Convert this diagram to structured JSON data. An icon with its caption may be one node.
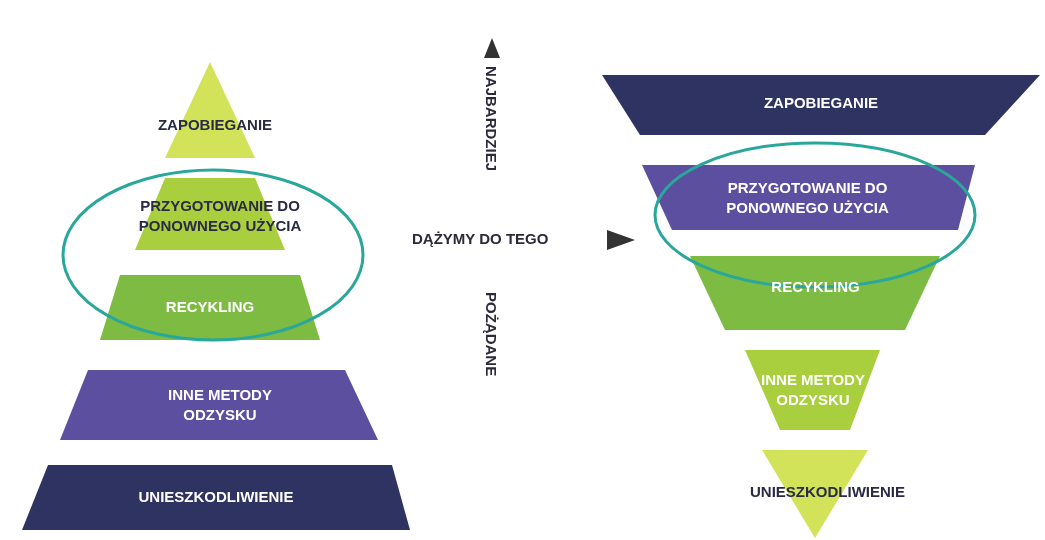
{
  "diagram": {
    "nodes": [
      {
        "text": [
          "ZAPOBIEGANIE"
        ]
      },
      {
        "text": [
          "PRZYGOTOWANIE DO PONOWNEGO UŻYCIA"
        ]
      },
      {
        "text": [
          "RECYKLING"
        ]
      },
      {
        "text": [
          "INNE METODY ODZYSKU"
        ]
      },
      {
        "text": [
          "UNIESZKODLIWIENIE"
        ]
      },
      {
        "text": [
          "ZAPOBIEGANIE"
        ]
      },
      {
        "text": [
          "PRZYGOTOWANIE DO PONOWNEGO UŻYCIA"
        ]
      },
      {
        "text": [
          "RECYKLING"
        ]
      },
      {
        "text": [
          "INNE METODY ODZYSKU"
        ]
      },
      {
        "text": [
          "UNIESZKODLIWIENIE"
        ]
      }
    ],
    "labels": [
      "NAJBARDZIEJ",
      "DĄŻYMY DO TEGO",
      "POŻĄDANE"
    ]
  }
}
